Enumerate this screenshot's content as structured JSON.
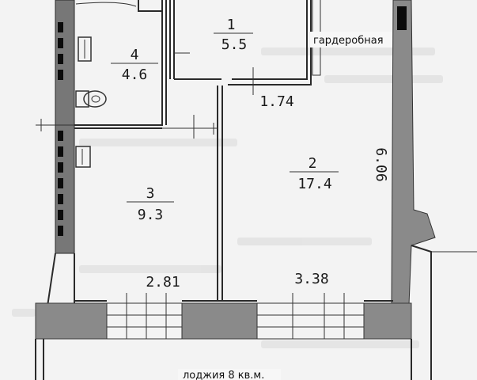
{
  "rooms": [
    {
      "number": "1",
      "area": "5.5"
    },
    {
      "number": "2",
      "area": "17.4"
    },
    {
      "number": "3",
      "area": "9.3"
    },
    {
      "number": "4",
      "area": "4.6"
    }
  ],
  "dimensions": {
    "corridor_width": "1.74",
    "room2_length": "6.06",
    "room3_width": "2.81",
    "room2_width": "3.38"
  },
  "labels": {
    "wardrobe": "гардеробная",
    "loggia": "лоджия 8  кв.м."
  }
}
